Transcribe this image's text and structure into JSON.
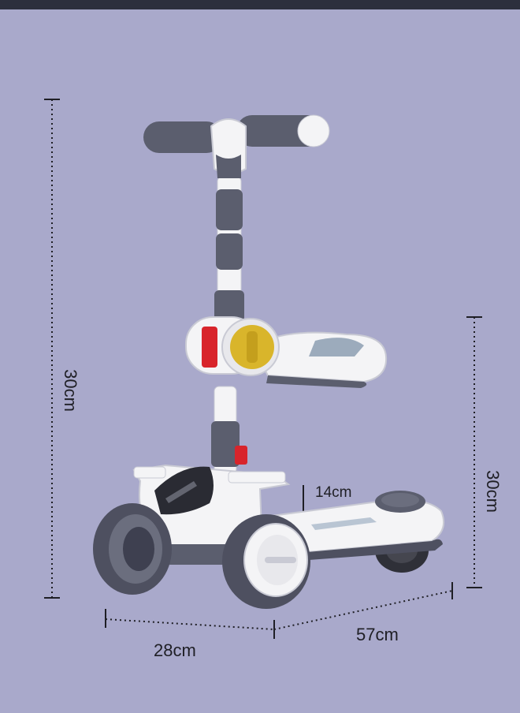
{
  "dimensions": {
    "total_height": "30cm",
    "seat_height": "30cm",
    "deck_height": "14cm",
    "width": "28cm",
    "length": "57cm"
  },
  "colors": {
    "background": "#a9a9cb",
    "body": "#f4f4f6",
    "dark_gray": "#5b5e6e",
    "wheel": "#4e5060",
    "accent_red": "#d8242b",
    "accent_yellow": "#d9b52b"
  }
}
